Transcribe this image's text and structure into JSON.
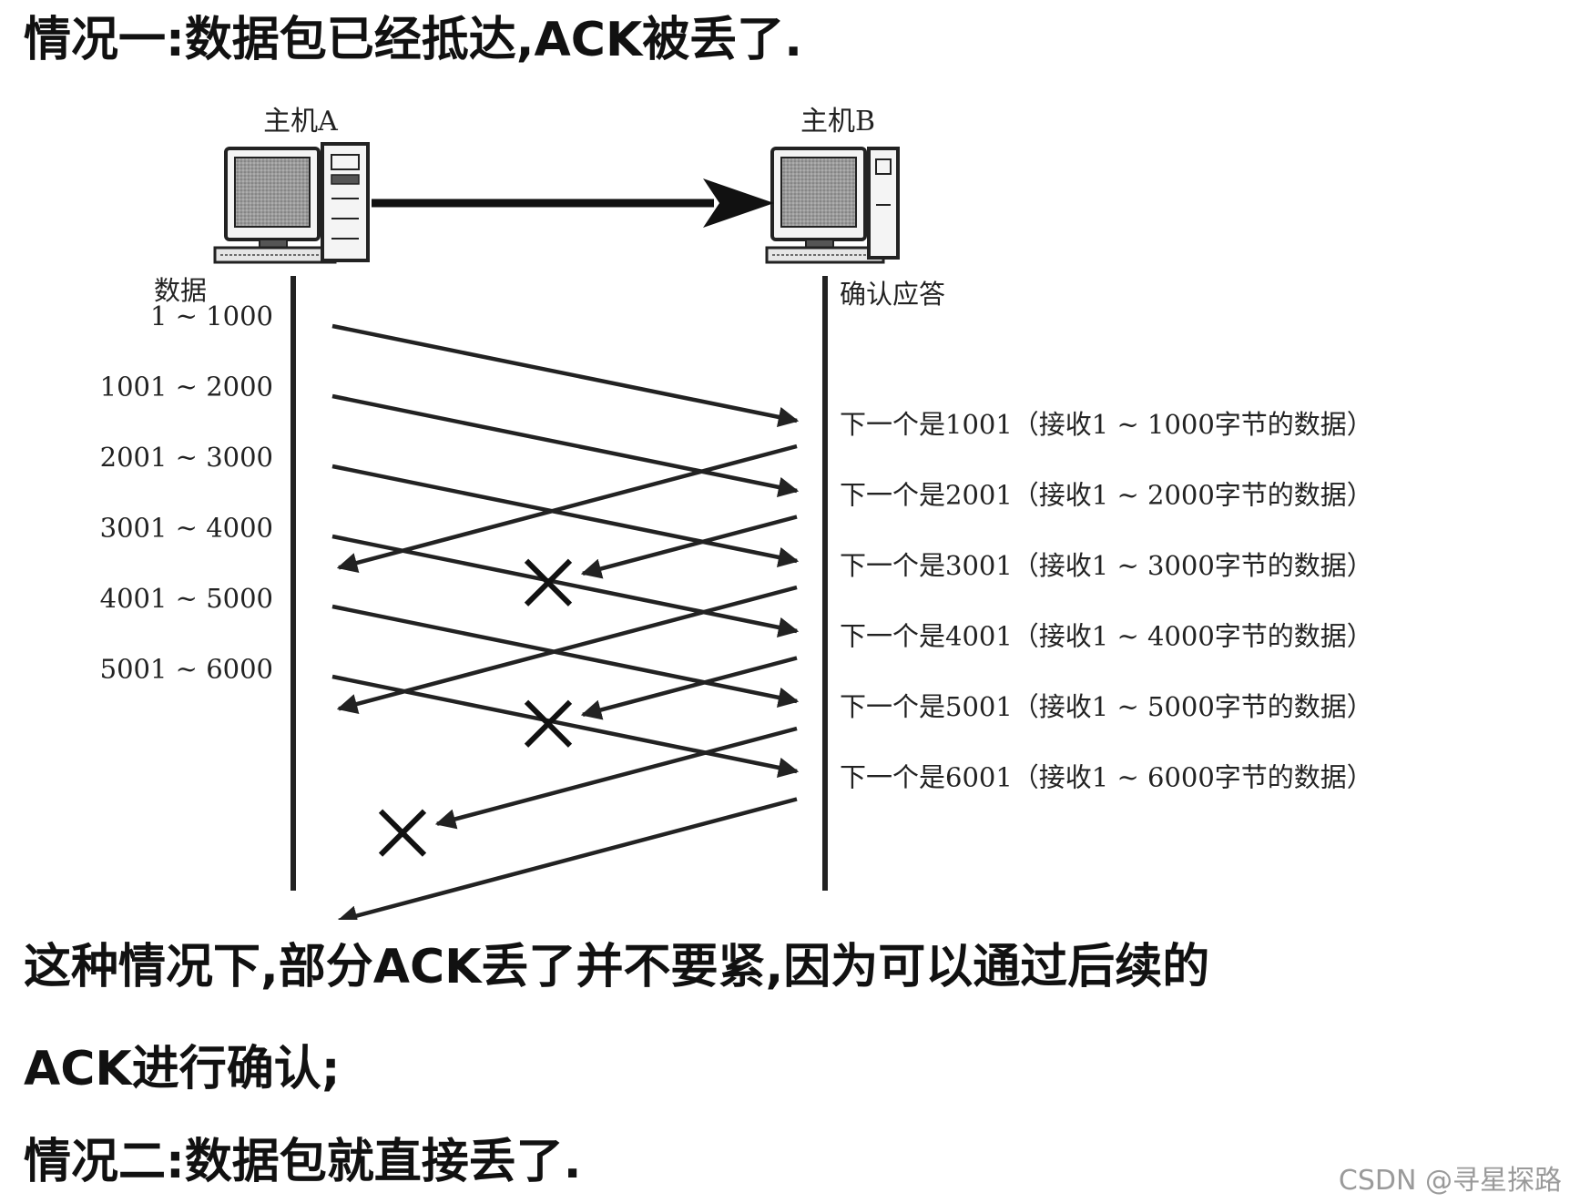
{
  "heading_case1": "情况一:数据包已经抵达,ACK被丢了.",
  "paragraph_line1": "这种情况下,部分ACK丢了并不要紧,因为可以通过后续的",
  "paragraph_line2": "ACK进行确认;",
  "heading_case2": "情况二:数据包就直接丢了.",
  "watermark": "CSDN @寻星探路",
  "diagram": {
    "host_a_label": "主机A",
    "host_b_label": "主机B",
    "data_column_label": "数据",
    "ack_column_label": "确认应答",
    "data_segments": [
      "1 ~ 1000",
      "1001 ~ 2000",
      "2001 ~ 3000",
      "3001 ~ 4000",
      "4001 ~ 5000",
      "5001 ~ 6000"
    ],
    "acks": [
      {
        "label": "下一个是1001（接收1 ~ 1000字节的数据）",
        "lost": false
      },
      {
        "label": "下一个是2001（接收1 ~ 2000字节的数据）",
        "lost": true
      },
      {
        "label": "下一个是3001（接收1 ~ 3000字节的数据）",
        "lost": false
      },
      {
        "label": "下一个是4001（接收1 ~ 4000字节的数据）",
        "lost": true
      },
      {
        "label": "下一个是5001（接收1 ~ 5000字节的数据）",
        "lost": true
      },
      {
        "label": "下一个是6001（接收1 ~ 6000字节的数据）",
        "lost": false
      }
    ]
  }
}
